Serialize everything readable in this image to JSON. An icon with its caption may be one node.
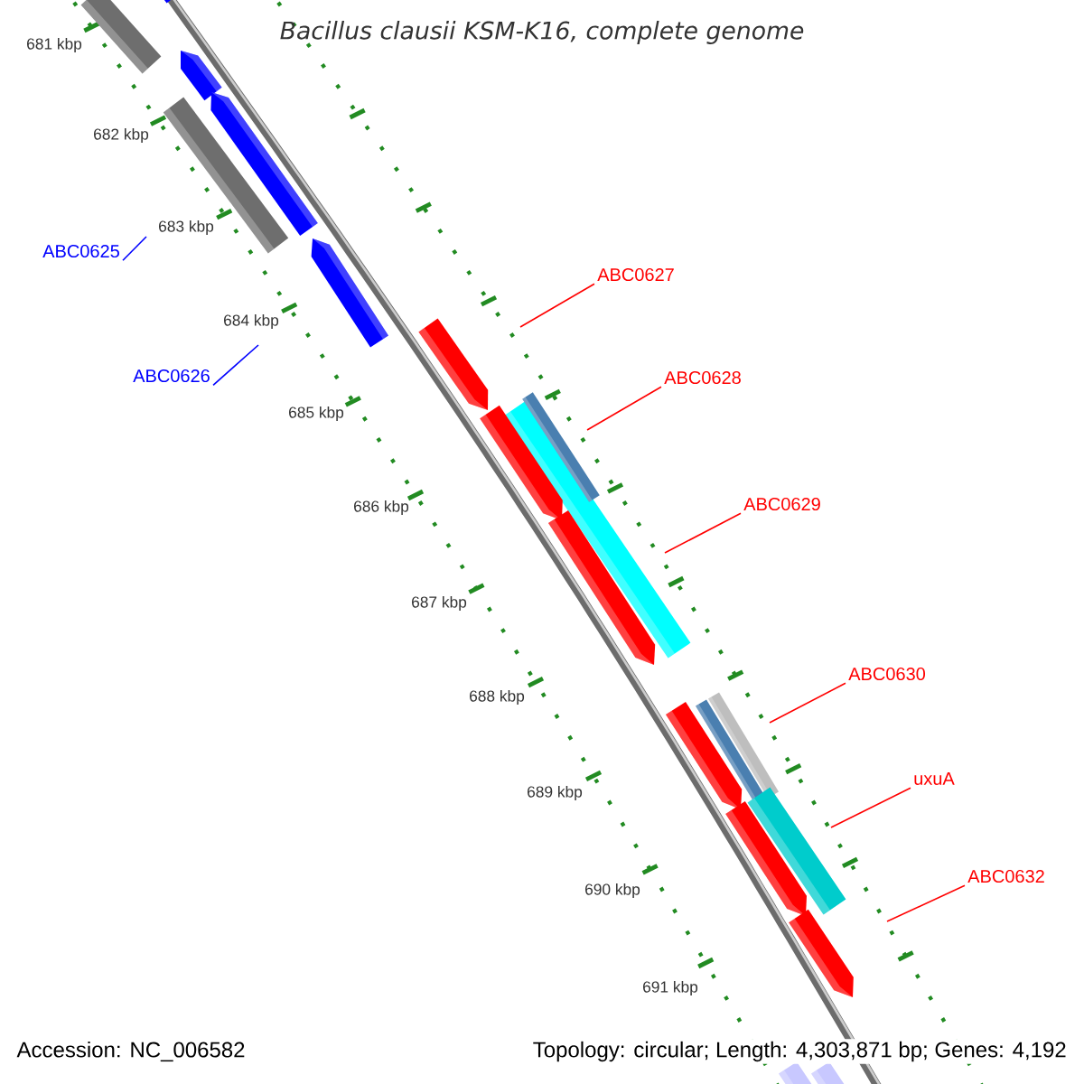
{
  "diagram": {
    "title": "Bacillus clausii KSM-K16, complete genome",
    "nodes": [
      {
        "text": [
          "ABC0625"
        ]
      },
      {
        "text": [
          "ABC0627"
        ]
      },
      {
        "text": [
          "ABC0626"
        ]
      },
      {
        "text": [
          "ABC0628"
        ]
      },
      {
        "text": [
          "ABC0629"
        ]
      },
      {
        "text": [
          "ABC0630"
        ]
      },
      {
        "text": [
          "uxuA"
        ]
      },
      {
        "text": [
          "ABC0632"
        ]
      }
    ],
    "edges": [
      {
        "from": 0,
        "to": null,
        "arrow": "none",
        "color": "#0000ff"
      },
      {
        "from": 1,
        "to": null,
        "arrow": "none"
      },
      {
        "from": 2,
        "to": null,
        "arrow": "none",
        "color": "#0000ff"
      },
      {
        "from": 3,
        "to": null,
        "arrow": "none"
      },
      {
        "from": 4,
        "to": null,
        "arrow": "none"
      },
      {
        "from": 5,
        "to": null,
        "arrow": "none"
      },
      {
        "from": 6,
        "to": null,
        "arrow": "none"
      },
      {
        "from": 7,
        "to": null,
        "arrow": "none"
      }
    ],
    "labels": [
      "681 kbp",
      "682 kbp",
      "683 kbp",
      "684 kbp",
      "685 kbp",
      "686 kbp",
      "687 kbp",
      "688 kbp",
      "689 kbp",
      "690 kbp",
      "691 kbp",
      "Accession: NC_006582",
      "Topology: circular; Length: 4,303,871 bp; Genes: 4,192"
    ]
  }
}
